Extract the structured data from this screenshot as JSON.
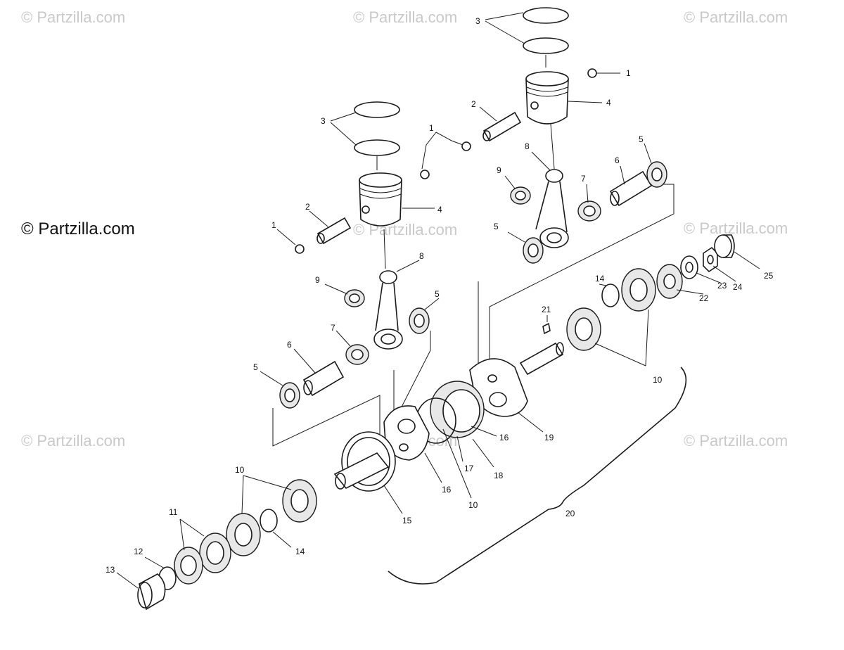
{
  "watermarks": {
    "small_text": "© Partzilla.com",
    "main_text": "© Partzilla.com"
  },
  "callouts": {
    "c1_top": "1",
    "c1_mid": "1",
    "c1_left": "1",
    "c2_top": "2",
    "c2_left": "2",
    "c3_top": "3",
    "c3_left": "3",
    "c4_top": "4",
    "c4_left": "4",
    "c5_top": "5",
    "c5_upper": "5",
    "c5_mid": "5",
    "c5_left": "5",
    "c6_top": "6",
    "c6_left": "6",
    "c7_top": "7",
    "c7_left": "7",
    "c8_top": "8",
    "c8_left": "8",
    "c9_top": "9",
    "c9_left": "9",
    "c10_right": "10",
    "c10_center": "10",
    "c10_left": "10",
    "c11": "11",
    "c12": "12",
    "c13": "13",
    "c14_right": "14",
    "c14_left": "14",
    "c15": "15",
    "c16_upper": "16",
    "c16_lower": "16",
    "c17": "17",
    "c18": "18",
    "c19": "19",
    "c20": "20",
    "c21": "21",
    "c22": "22",
    "c23": "23",
    "c24": "24",
    "c25": "25"
  },
  "colors": {
    "line": "#1a1a1a",
    "watermark": "#c9c9c9",
    "background": "#ffffff"
  }
}
